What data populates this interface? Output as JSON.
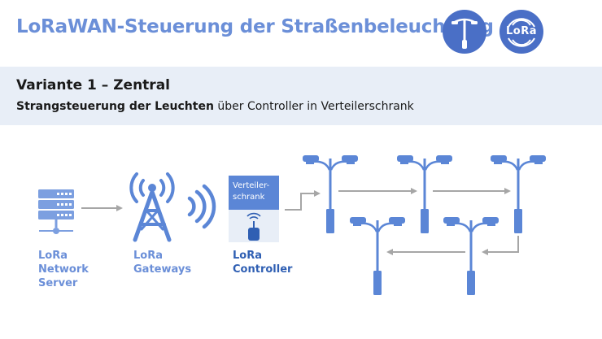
{
  "header": {
    "title": "LoRaWAN-Steuerung der Straßenbeleuchtung",
    "lora_logo_text": "LoRa"
  },
  "band": {
    "title": "Variante 1 – Zentral",
    "subtitle_bold": "Strangsteuerung der Leuchten",
    "subtitle_rest": " über Controller in Verteilerschrank"
  },
  "diagram": {
    "server_label": "LoRa\nNetwork\nServer",
    "gateway_label": "LoRa\nGateways",
    "cabinet_text": "Verteiler-\nschrank",
    "controller_label": "LoRa\nController"
  },
  "colors": {
    "accent": "#6b8fd8",
    "dark_blue": "#2f5fb3",
    "icon_blue": "#5b86d6",
    "arrow_gray": "#a6a6a6",
    "band_bg": "#e8eef7"
  },
  "icons": [
    "street-lamp-icon",
    "lora-logo-icon",
    "server-icon",
    "gateway-tower-icon",
    "antenna-icon",
    "street-lamp-icon"
  ]
}
